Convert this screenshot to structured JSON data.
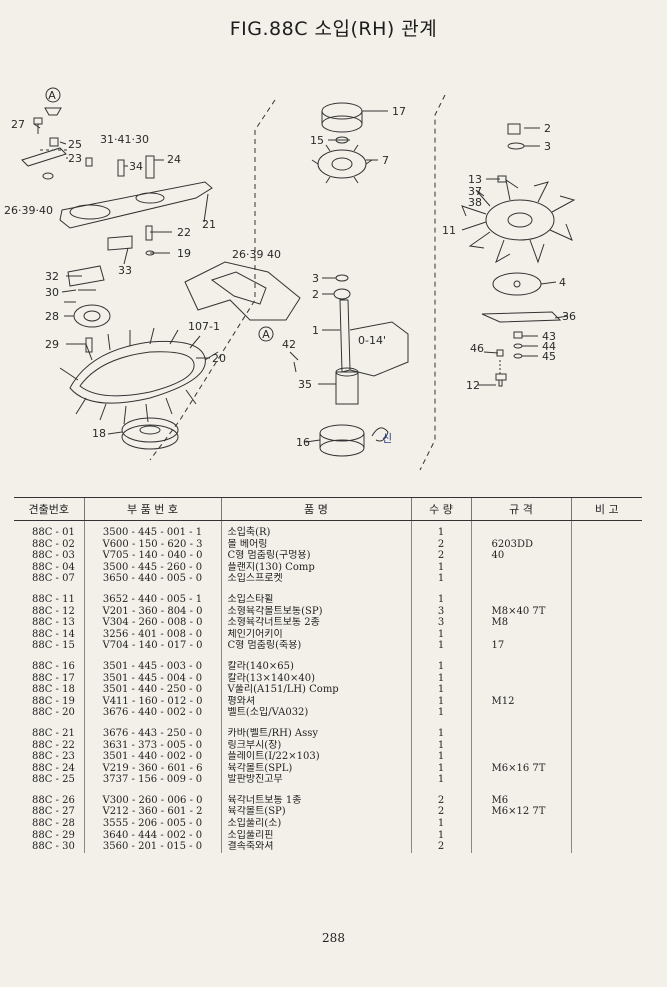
{
  "title": "FIG.88C 소입(RH) 관계",
  "page_number": "288",
  "handwritten_mark": "신",
  "callouts": {
    "n1": "1",
    "n2": "2",
    "n2b": "2",
    "n3": "3",
    "n3b": "3",
    "n4": "4",
    "n7": "7",
    "n11": "11",
    "n12": "12",
    "n13": "13",
    "n14": "0-14'",
    "n15": "15",
    "n16": "16",
    "n17": "17",
    "n18": "18",
    "n19": "19",
    "n20": "20",
    "n21": "21",
    "n22": "22",
    "n23": "23",
    "n24": "24",
    "n25": "25",
    "n27": "27",
    "n28": "28",
    "n29": "29",
    "n30": "30",
    "n32": "32",
    "n33": "33",
    "n34": "34",
    "n35": "35",
    "n36": "36",
    "n37": "37",
    "n38": "38",
    "n42": "42",
    "n43": "43",
    "n44": "44",
    "n45": "45",
    "n46": "46",
    "n107": "107-1",
    "g2639a": "26·39·40",
    "g2639b": "26·39 40",
    "g314130": "31·41·30",
    "refA1": "A",
    "refA2": "A"
  },
  "table": {
    "headers": [
      "견출번호",
      "부 품 번 호",
      "품 명",
      "수 량",
      "규 격",
      "비 고"
    ],
    "rows": [
      {
        "id": "88C - 01",
        "part": "3500 - 445 - 001 - 1",
        "name": "소입축(R)",
        "qty": "1",
        "spec": ""
      },
      {
        "id": "88C - 02",
        "part": "V600 - 150 - 620 - 3",
        "name": "볼 베어링",
        "qty": "2",
        "spec": "6203DD"
      },
      {
        "id": "88C - 03",
        "part": "V705 - 140 - 040 - 0",
        "name": "C형 멈춤링(구멍용)",
        "qty": "2",
        "spec": "40"
      },
      {
        "id": "88C - 04",
        "part": "3500 - 445 - 260 - 0",
        "name": "플랜지(130) Comp",
        "qty": "1",
        "spec": ""
      },
      {
        "id": "88C - 07",
        "part": "3650 - 440 - 005 - 0",
        "name": "소입스프로켓",
        "qty": "1",
        "spec": ""
      },
      {
        "gap": true
      },
      {
        "id": "88C - 11",
        "part": "3652 - 440 - 005 - 1",
        "name": "소입스타휠",
        "qty": "1",
        "spec": ""
      },
      {
        "id": "88C - 12",
        "part": "V201 - 360 - 804 - 0",
        "name": "소형육각볼트보통(SP)",
        "qty": "3",
        "spec": "M8×40 7T"
      },
      {
        "id": "88C - 13",
        "part": "V304 - 260 - 008 - 0",
        "name": "소형육각너트보통 2종",
        "qty": "3",
        "spec": "M8"
      },
      {
        "id": "88C - 14",
        "part": "3256 - 401 - 008 - 0",
        "name": "체인기어키이",
        "qty": "1",
        "spec": ""
      },
      {
        "id": "88C - 15",
        "part": "V704 - 140 - 017 - 0",
        "name": "C형 멈춤링(축용)",
        "qty": "1",
        "spec": "17"
      },
      {
        "gap": true
      },
      {
        "id": "88C - 16",
        "part": "3501 - 445 - 003 - 0",
        "name": "칼라(140×65)",
        "qty": "1",
        "spec": ""
      },
      {
        "id": "88C - 17",
        "part": "3501 - 445 - 004 - 0",
        "name": "칼라(13×140×40)",
        "qty": "1",
        "spec": ""
      },
      {
        "id": "88C - 18",
        "part": "3501 - 440 - 250 - 0",
        "name": "V풀리(A151/LH) Comp",
        "qty": "1",
        "spec": ""
      },
      {
        "id": "88C - 19",
        "part": "V411 - 160 - 012 - 0",
        "name": "평와셔",
        "qty": "1",
        "spec": "M12"
      },
      {
        "id": "88C - 20",
        "part": "3676 - 440 - 002 - 0",
        "name": "벨트(소입/VA032)",
        "qty": "1",
        "spec": ""
      },
      {
        "gap": true
      },
      {
        "id": "88C - 21",
        "part": "3676 - 443 - 250 - 0",
        "name": "카바(벨트/RH) Assy",
        "qty": "1",
        "spec": ""
      },
      {
        "id": "88C - 22",
        "part": "3631 - 373 - 005 - 0",
        "name": "링크부시(장)",
        "qty": "1",
        "spec": ""
      },
      {
        "id": "88C - 23",
        "part": "3501 - 440 - 002 - 0",
        "name": "플레이트(I/22×103)",
        "qty": "1",
        "spec": ""
      },
      {
        "id": "88C - 24",
        "part": "V219 - 360 - 601 - 6",
        "name": "육각볼트(SPL)",
        "qty": "1",
        "spec": "M6×16 7T"
      },
      {
        "id": "88C - 25",
        "part": "3737 - 156 - 009 - 0",
        "name": "발판방진고무",
        "qty": "1",
        "spec": ""
      },
      {
        "gap": true
      },
      {
        "id": "88C - 26",
        "part": "V300 - 260 - 006 - 0",
        "name": "육각너트보통 1종",
        "qty": "2",
        "spec": "M6"
      },
      {
        "id": "88C - 27",
        "part": "V212 - 360 - 601 - 2",
        "name": "육각볼트(SP)",
        "qty": "2",
        "spec": "M6×12 7T"
      },
      {
        "id": "88C - 28",
        "part": "3555 - 206 - 005 - 0",
        "name": "소입풀리(소)",
        "qty": "1",
        "spec": ""
      },
      {
        "id": "88C - 29",
        "part": "3640 - 444 - 002 - 0",
        "name": "소입풀리핀",
        "qty": "1",
        "spec": ""
      },
      {
        "id": "88C - 30",
        "part": "3560 - 201 - 015 - 0",
        "name": "결속축와셔",
        "qty": "2",
        "spec": ""
      }
    ]
  }
}
